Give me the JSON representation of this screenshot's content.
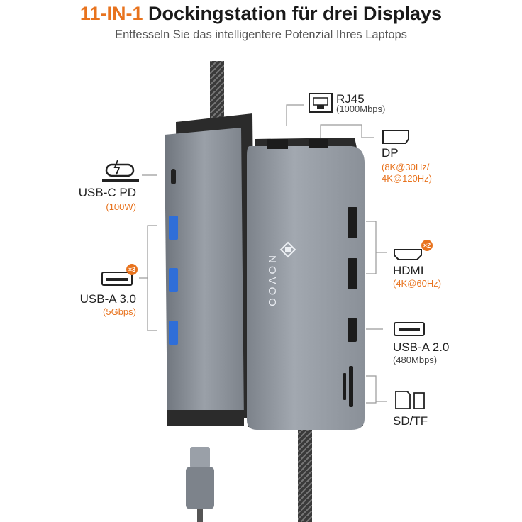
{
  "header": {
    "title_accent": "11-IN-1",
    "title_rest": " Dockingstation für drei Displays",
    "subtitle": "Entfesseln Sie das intelligentere Potenzial Ihres Laptops"
  },
  "brand": "NOVOO",
  "ports_left": [
    {
      "name": "USB-C PD",
      "detail": "(100W)"
    },
    {
      "name": "USB-A 3.0",
      "detail": "(5Gbps)",
      "badge": "×3"
    }
  ],
  "ports_right": [
    {
      "name": "RJ45",
      "detail": "(1000Mbps)"
    },
    {
      "name": "DP",
      "detail_line1": "(8K@30Hz/",
      "detail_line2": "4K@120Hz)"
    },
    {
      "name": "HDMI",
      "detail": "(4K@60Hz)",
      "badge": "×2"
    },
    {
      "name": "USB-A 2.0",
      "detail": "(480Mbps)"
    },
    {
      "name": "SD/TF"
    }
  ],
  "colors": {
    "accent": "#e8731e",
    "hub": "#8a9099"
  }
}
